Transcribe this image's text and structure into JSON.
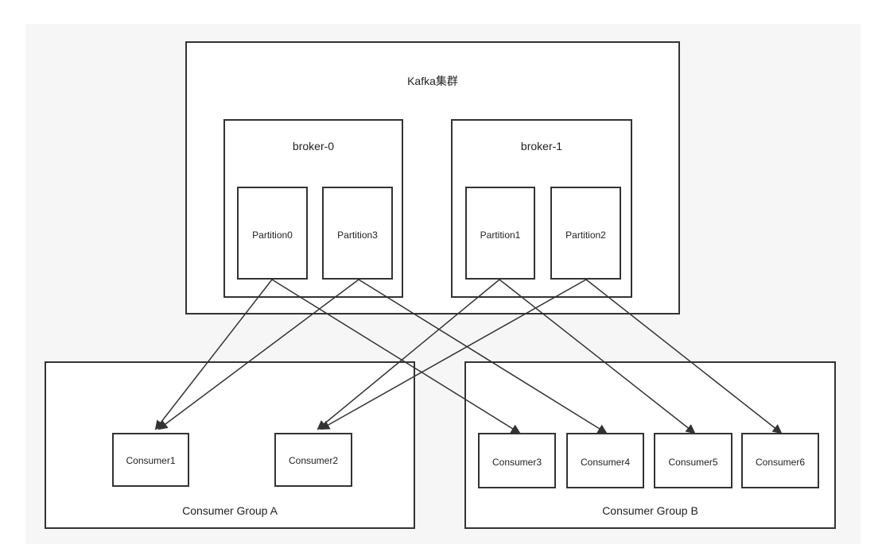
{
  "cluster": {
    "title": "Kafka集群"
  },
  "brokers": [
    {
      "name": "broker-0",
      "partitions": [
        "Partition0",
        "Partition3"
      ]
    },
    {
      "name": "broker-1",
      "partitions": [
        "Partition1",
        "Partition2"
      ]
    }
  ],
  "groups": [
    {
      "name": "Consumer Group A",
      "consumers": [
        "Consumer1",
        "Consumer2"
      ]
    },
    {
      "name": "Consumer Group B",
      "consumers": [
        "Consumer3",
        "Consumer4",
        "Consumer5",
        "Consumer6"
      ]
    }
  ],
  "edges": [
    {
      "from": "Partition0",
      "to": "Consumer1"
    },
    {
      "from": "Partition0",
      "to": "Consumer3"
    },
    {
      "from": "Partition3",
      "to": "Consumer1"
    },
    {
      "from": "Partition3",
      "to": "Consumer4"
    },
    {
      "from": "Partition1",
      "to": "Consumer2"
    },
    {
      "from": "Partition1",
      "to": "Consumer5"
    },
    {
      "from": "Partition2",
      "to": "Consumer2"
    },
    {
      "from": "Partition2",
      "to": "Consumer6"
    }
  ],
  "colors": {
    "stroke": "#333333",
    "background": "#f6f6f6",
    "box": "#ffffff"
  }
}
